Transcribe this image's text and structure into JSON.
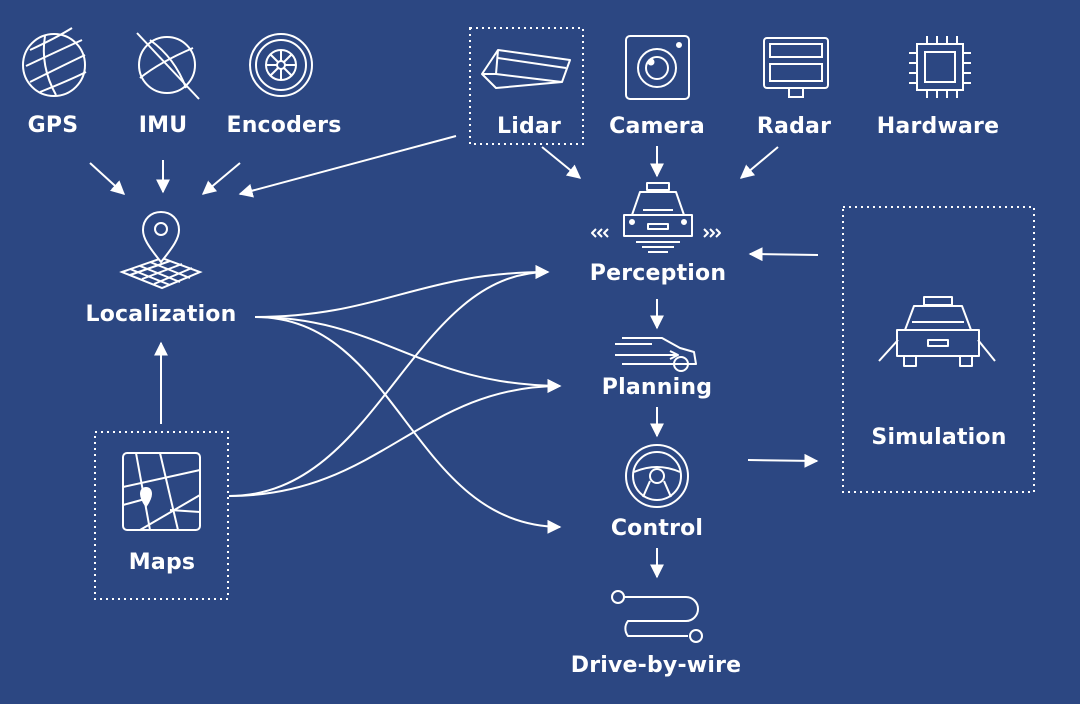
{
  "diagram": {
    "sensors": {
      "gps": "GPS",
      "imu": "IMU",
      "encoders": "Encoders",
      "lidar": "Lidar",
      "camera": "Camera",
      "radar": "Radar",
      "hardware": "Hardware"
    },
    "modules": {
      "localization": "Localization",
      "maps": "Maps",
      "perception": "Perception",
      "planning": "Planning",
      "control": "Control",
      "drive_by_wire": "Drive-by-wire",
      "simulation": "Simulation"
    }
  },
  "colors": {
    "background": "#2c4782",
    "foreground": "#ffffff"
  }
}
